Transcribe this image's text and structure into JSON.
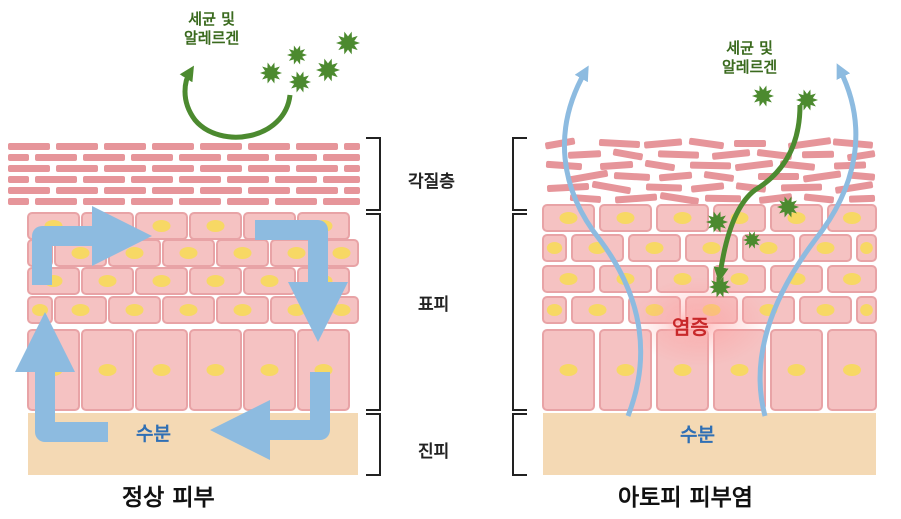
{
  "left_panel": {
    "title": "정상 피부",
    "water_label": "수분",
    "germ_label_line1": "세균 및",
    "germ_label_line2": "알레르겐"
  },
  "right_panel": {
    "title": "아토피 피부염",
    "water_label": "수분",
    "inflammation_label": "염증",
    "germ_label_line1": "세균 및",
    "germ_label_line2": "알레르겐"
  },
  "layers": {
    "stratum_corneum": "각질층",
    "epidermis": "표피",
    "dermis": "진피"
  },
  "colors": {
    "brick": "#e6959a",
    "cell_fill": "#f5c2c2",
    "cell_border": "#e8a3a6",
    "nucleus": "#f7d864",
    "dermis": "#f4d9b4",
    "water_arrow": "#8dbbe0",
    "germ": "#4c8a2f",
    "bracket": "#222222"
  }
}
